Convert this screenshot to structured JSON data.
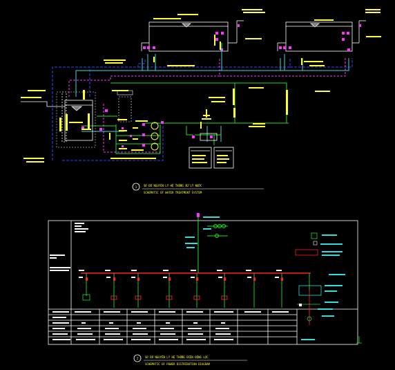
{
  "colors": {
    "background": "#000000",
    "yellow": "#ffff33",
    "white": "#ffffff",
    "red": "#ff2020",
    "green": "#22dd22",
    "cyan": "#33dddd",
    "blue": "#3344ff",
    "magenta": "#ff33ff"
  },
  "upper_section": {
    "title_vi": "SƠ ĐỒ NGUYÊN LÝ HỆ THỐNG XỬ LÝ NƯỚC",
    "title_en": "SCHEMATIC OF WATER TREATMENT SYSTEM",
    "detail_number": "1"
  },
  "lower_section": {
    "title_vi": "SƠ ĐỒ NGUYÊN LÝ HỆ THỐNG ĐIỆN ĐỘNG LỰC",
    "title_en": "SCHEMATIC OF POWER DISTRIBUTION DIAGRAM",
    "detail_number": "2"
  }
}
